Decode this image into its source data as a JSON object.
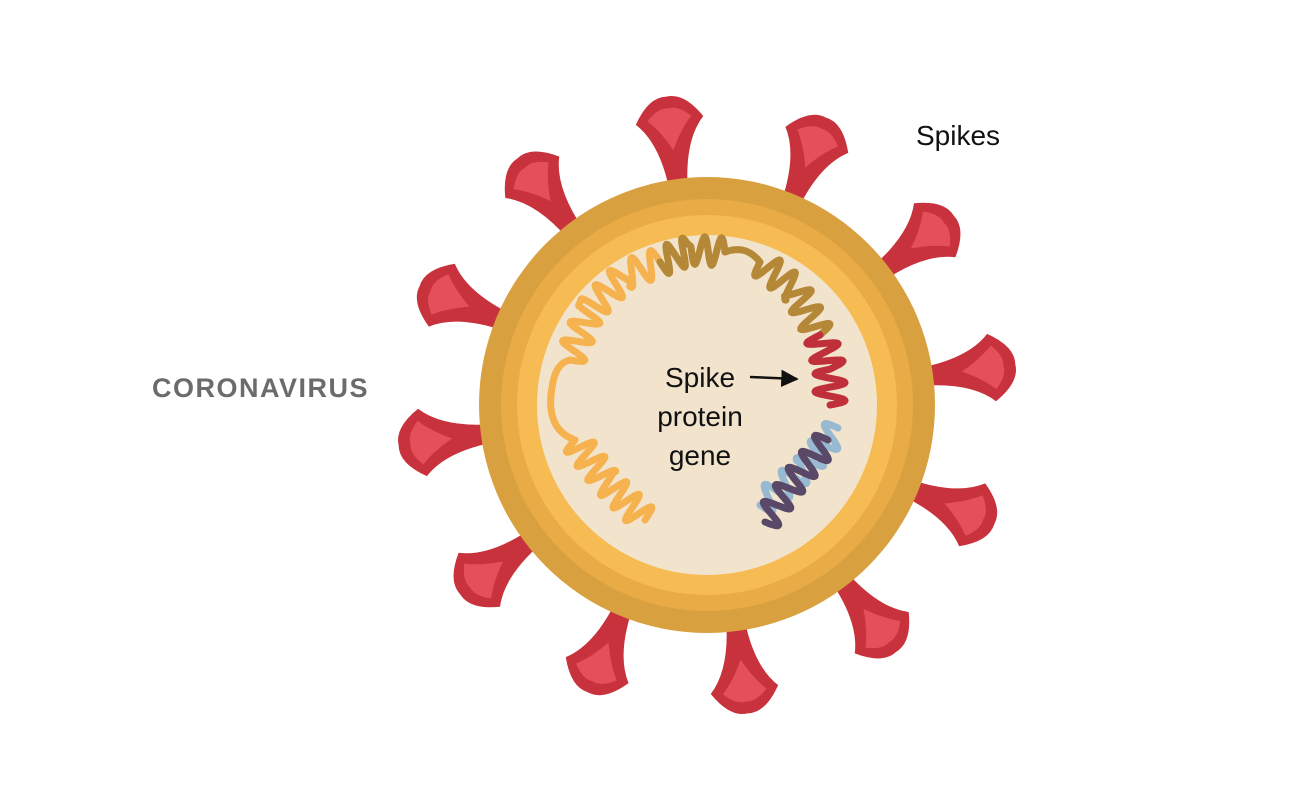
{
  "labels": {
    "virus": "CORONAVIRUS",
    "spikes": "Spikes",
    "gene_lines": [
      "Spike",
      "protein",
      "gene"
    ]
  },
  "colors": {
    "background": "#ffffff",
    "spike_outer": "#c8323c",
    "spike_inner": "#e4505a",
    "membrane_outer": "#d9a040",
    "membrane_mid": "#e8ab45",
    "membrane_inner": "#f6bb52",
    "core": "#f2e4cc",
    "rna_yellow": "#f5b24f",
    "rna_brown": "#b58838",
    "rna_red": "#c0303a",
    "rna_blue": "#98b9d2",
    "rna_purple": "#5a4868",
    "text_dark": "#111111",
    "text_gray": "#6b6b6b"
  },
  "spikes": {
    "count": 12
  }
}
